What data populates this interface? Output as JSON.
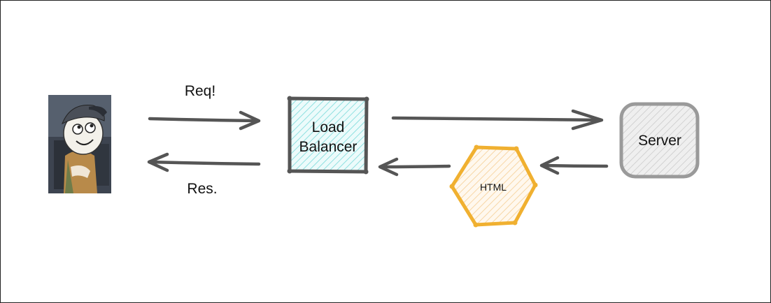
{
  "diagram": {
    "edges": [
      {
        "label": "Req!"
      },
      {
        "label": "Res."
      }
    ],
    "nodes": {
      "client": {
        "icon": "cartoon-person-avatar"
      },
      "load_balancer": {
        "line1": "Load",
        "line2": "Balancer"
      },
      "server": {
        "label": "Server"
      },
      "payload": {
        "label": "HTML"
      }
    }
  },
  "colors": {
    "stroke": "#555555",
    "load_balancer_fill": "#bfeeee",
    "server_fill": "#dddddd",
    "server_stroke": "#9a9a9a",
    "payload_stroke": "#f0b030",
    "payload_fill": "#fbe2bf"
  }
}
